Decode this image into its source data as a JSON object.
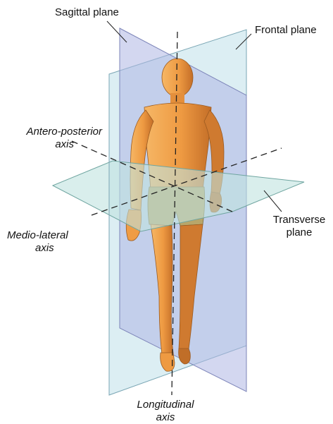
{
  "labels": {
    "sagittal_plane": "Sagittal plane",
    "frontal_plane": "Frontal plane",
    "antero_posterior_line1": "Antero-posterior",
    "antero_posterior_line2": "axis",
    "transverse_line1": "Transverse",
    "transverse_line2": "plane",
    "medio_lateral_line1": "Medio-lateral",
    "medio_lateral_line2": "axis",
    "longitudinal_line1": "Longitudinal",
    "longitudinal_line2": "axis"
  },
  "colors": {
    "sagittal_fill": "#b9bfe6",
    "frontal_fill": "#bfe0ea",
    "transverse_fill": "#bfe3e0",
    "body_skin": "#f0a24a",
    "body_shadow": "#c9742a",
    "shorts": "#b8a66a",
    "leader_line": "#222222"
  }
}
